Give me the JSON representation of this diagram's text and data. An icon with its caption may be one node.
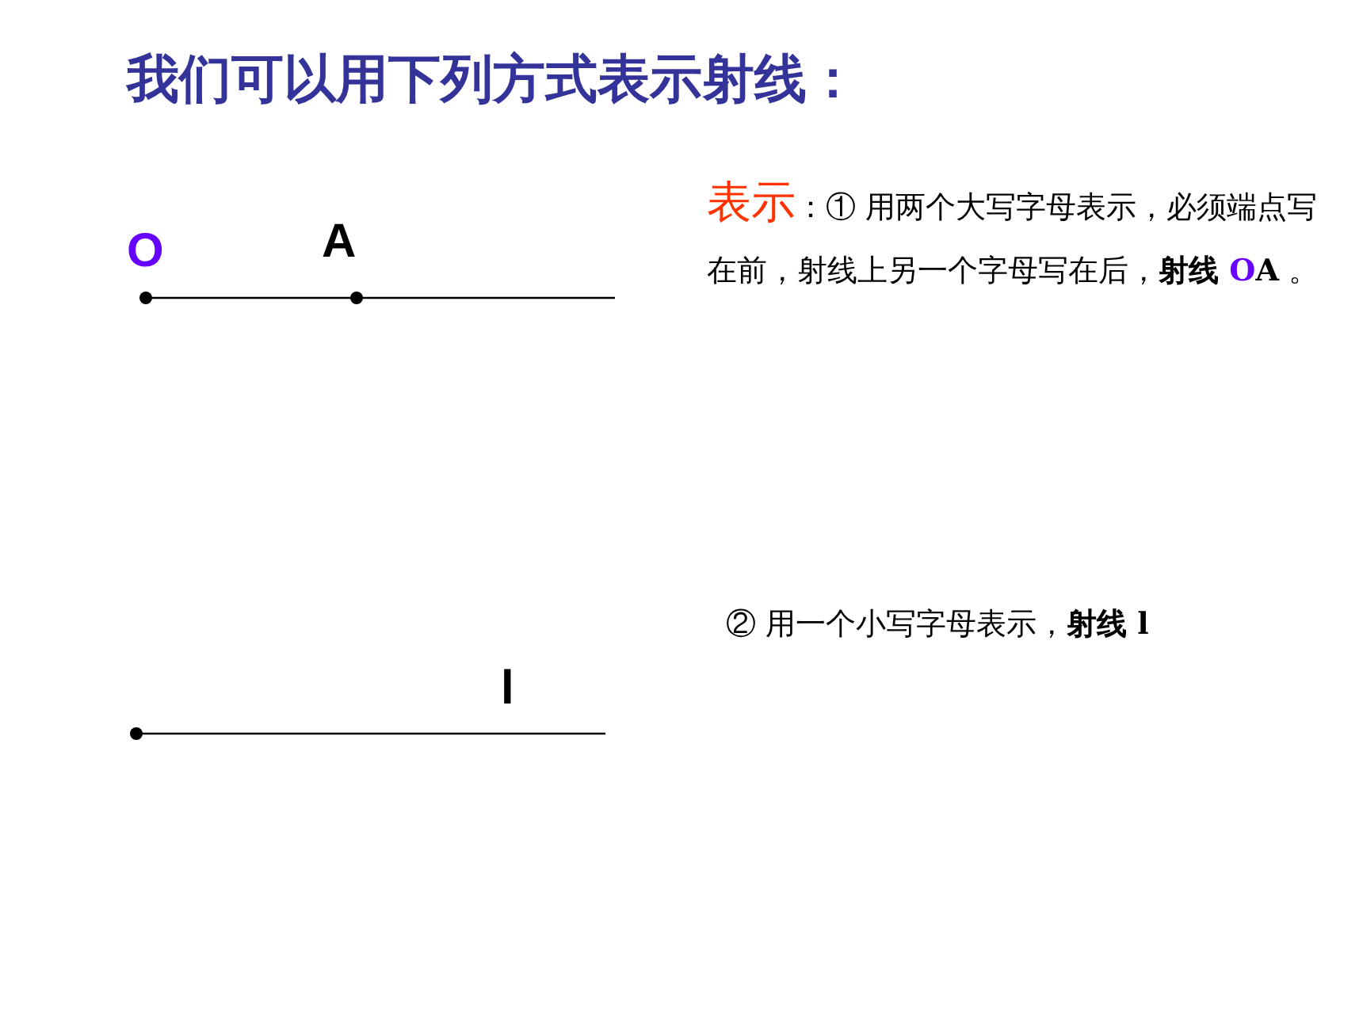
{
  "diagram": {
    "title": "我们可以用下列方式表示射线：",
    "labels": [
      "O",
      "A",
      "**表示**：① 用两个大写字母表示，必须端点写在前，射线上另一个字母写在后，**射线 OA** 。",
      "l",
      "② 用一个小写字母表示，**射线 l**"
    ]
  }
}
